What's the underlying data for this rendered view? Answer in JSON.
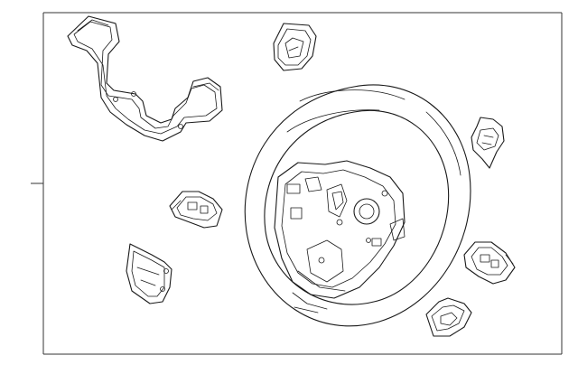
{
  "diagram": {
    "parts": [
      "steering-wheel",
      "switch-bezel-trim",
      "switch-cover-upper-left",
      "switch-cover-right-upper",
      "switch-left",
      "switch-right",
      "switch-cover-lower-left",
      "switch-cover-lower-right"
    ]
  }
}
